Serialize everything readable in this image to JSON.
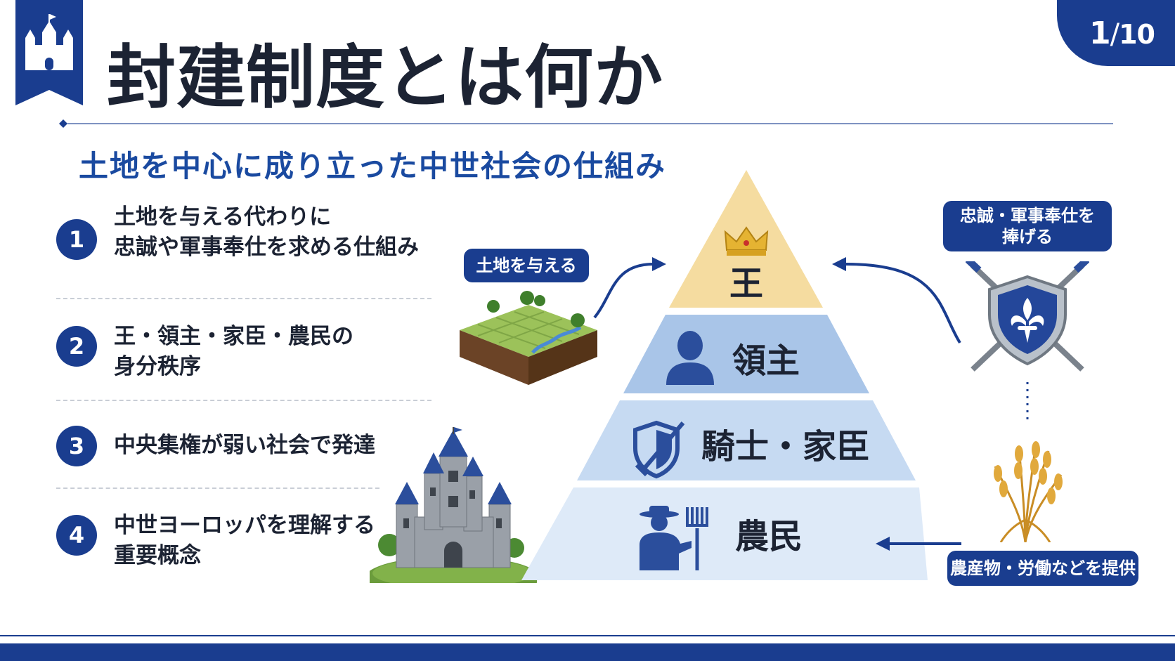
{
  "page": {
    "current": "1",
    "total": "10"
  },
  "header": {
    "title": "封建制度とは何か",
    "subtitle": "土地を中心に成り立った中世社会の仕組み"
  },
  "list": [
    {
      "number": "1",
      "lines": [
        "土地を与える代わりに",
        "忠誠や軍事奉仕を求める仕組み"
      ]
    },
    {
      "number": "2",
      "lines": [
        "王・領主・家臣・農民の",
        "身分秩序"
      ]
    },
    {
      "number": "3",
      "lines": [
        "中央集権が弱い社会で発達"
      ]
    },
    {
      "number": "4",
      "lines": [
        "中世ヨーロッパを理解する",
        "重要概念"
      ]
    }
  ],
  "pyramid": {
    "king": "王",
    "lord": "領主",
    "knight": "騎士・家臣",
    "peasant": "農民"
  },
  "labels": {
    "give_land": "土地を与える",
    "loyalty_line1": "忠誠・軍事奉仕を",
    "loyalty_line2": "捧げる",
    "provide": "農産物・労働などを提供"
  },
  "colors": {
    "navy": "#1a3d8f",
    "king_tier": "#f5dca0",
    "lord_tier": "#a9c5e8",
    "knight_tier": "#c6daf2",
    "peasant_tier": "#deeaf8"
  },
  "icons": [
    "castle-logo-icon",
    "crown-icon",
    "person-icon",
    "shield-sword-icon",
    "farmer-icon",
    "land-tile-icon",
    "castle-icon",
    "shield-crossed-swords-icon",
    "wheat-icon"
  ]
}
